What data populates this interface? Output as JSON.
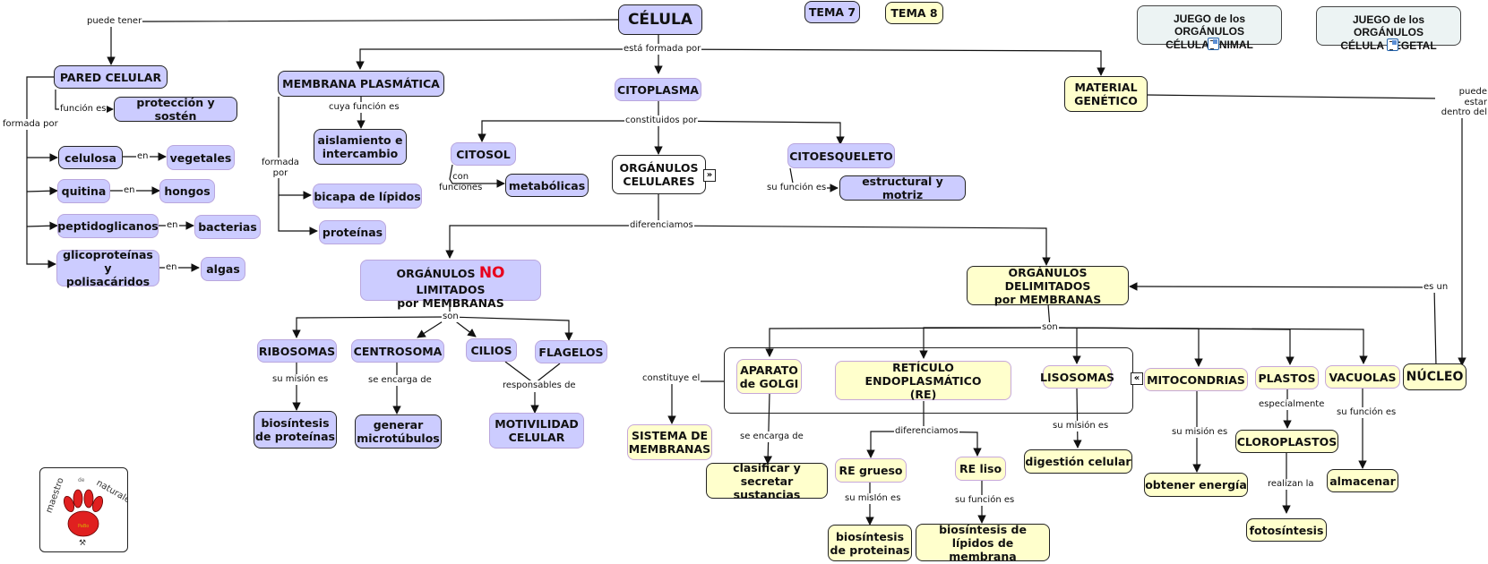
{
  "map_title": "CÉLULA",
  "topics": [
    {
      "id": "tema7",
      "label": "TEMA 7",
      "style": "blue-dark"
    },
    {
      "id": "tema8",
      "label": "TEMA 8",
      "style": "yellow-dark"
    }
  ],
  "games": [
    {
      "id": "juego_animal",
      "label": "JUEGO de los ORGÁNULOS\nCÉLULA ANIMAL",
      "icon": "document-link-icon"
    },
    {
      "id": "juego_vegetal",
      "label": "JUEGO de los ORGÁNULOS\nCÉLULA VEGETAL",
      "icon": "document-link-icon"
    }
  ],
  "concepts": {
    "celula": "CÉLULA",
    "pared_celular": "PARED CELULAR",
    "proteccion": "protección y sostén",
    "celulosa": "celulosa",
    "vegetales": "vegetales",
    "quitina": "quitina",
    "hongos": "hongos",
    "peptidoglicanos": "peptidoglicanos",
    "bacterias": "bacterias",
    "glicoproteinas": "glicoproteínas y\npolisacáridos",
    "algas": "algas",
    "membrana": "MEMBRANA PLASMÁTICA",
    "aislamiento": "aislamiento e\nintercambio",
    "bicapa": "bicapa de lípidos",
    "proteinas": "proteínas",
    "citoplasma": "CITOPLASMA",
    "citosol": "CITOSOL",
    "metabolicas": "metabólicas",
    "organulos": "ORGÁNULOS\nCELULARES",
    "citoesqueleto": "CITOESQUELETO",
    "estructural": "estructural y motriz",
    "material": "MATERIAL\nGENÉTICO",
    "no_limitados_pre": "ORGÁNULOS ",
    "no_limitados_no": "NO",
    "no_limitados_post": " LIMITADOS\npor MEMBRANAS",
    "ribosomas": "RIBOSOMAS",
    "centrosoma": "CENTROSOMA",
    "cilios": "CILIOS",
    "flagelos": "FLAGELOS",
    "biosintesis_prot1": "biosíntesis\nde proteínas",
    "microtubulos": "generar\nmicrotúbulos",
    "motilidad": "MOTIVILIDAD\nCELULAR",
    "delimitados": "ORGÁNULOS DELIMITADOS\npor MEMBRANAS",
    "golgi": "APARATO\nde GOLGI",
    "re": "RETÍCULO ENDOPLASMÁTICO\n(RE)",
    "lisosomas": "LISOSOMAS",
    "mitocondrias": "MITOCONDRIAS",
    "plastos": "PLASTOS",
    "vacuolas": "VACUOLAS",
    "nucleo": "NÚCLEO",
    "sistema": "SISTEMA DE\nMEMBRANAS",
    "clasificar": "clasificar y\nsecretar sustancias",
    "re_grueso": "RE grueso",
    "re_liso": "RE liso",
    "biosintesis_prot2": "biosíntesis\nde proteinas",
    "biosintesis_lip": "biosíntesis de\nlípidos de membrana",
    "digestion": "digestión celular",
    "energia": "obtener energía",
    "cloroplastos": "CLOROPLASTOS",
    "fotosintesis": "fotosíntesis",
    "almacenar": "almacenar"
  },
  "linking_phrases": {
    "puede_tener": "puede tener",
    "funcion_es": "función es",
    "formada_por": "formada por",
    "en1": "en",
    "en2": "en",
    "en3": "en",
    "en4": "en",
    "esta_formada": "está formada por",
    "cuya_funcion": "cuya función es",
    "formada_por2": "formada\npor",
    "constituidos": "constituidos por",
    "con_funciones": "con\nfunciones",
    "su_funcion_cito": "su función es",
    "puede_estar": "puede estar\ndentro del",
    "diferenciamos": "diferenciamos",
    "son1": "son",
    "su_mision1": "su misión es",
    "se_encarga1": "se encarga de",
    "responsables": "responsables de",
    "es_un": "es un",
    "son2": "son",
    "constituye": "constituye el",
    "se_encarga2": "se encarga de",
    "diferenciamos2": "diferenciamos",
    "su_mision_lis": "su misión es",
    "su_mision_re": "su misIón es",
    "su_funcion_re": "su función es",
    "su_mision_mito": "su misión es",
    "especialmente": "especialmente",
    "realizan": "realizan la",
    "su_funcion_vac": "su función es"
  },
  "expand_controls": {
    "organulos": "»",
    "group": "«"
  },
  "colors": {
    "blue": "#ccccff",
    "yellow": "#ffffcc",
    "gray": "#ecf3f3",
    "accent_red": "#e8001c",
    "border": "#222222"
  },
  "logo": {
    "alt": "maestro de naturales"
  }
}
